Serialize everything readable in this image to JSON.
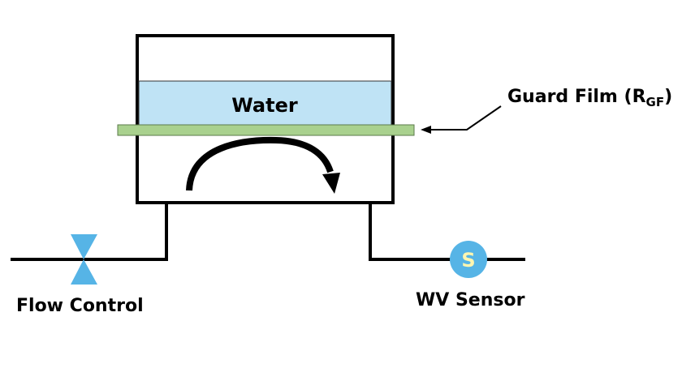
{
  "diagram": {
    "water_label": "Water",
    "guard_film_label": "Guard Film (R",
    "guard_film_subscript": "GF",
    "guard_film_close": ")",
    "flow_control_label": "Flow Control",
    "sensor_label": "WV Sensor",
    "sensor_glyph": "S"
  },
  "colors": {
    "water": "#bfe3f5",
    "film": "#a9d18e",
    "valve": "#56b4e6",
    "sensor": "#56b4e6",
    "sensor_glyph": "#fff6b0",
    "line": "#000000"
  }
}
